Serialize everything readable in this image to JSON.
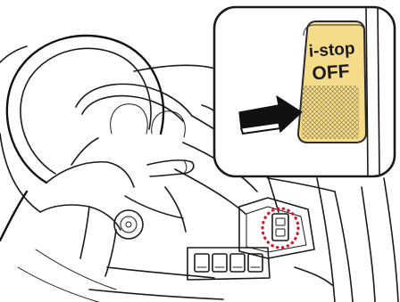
{
  "switch": {
    "line1": "i-stop",
    "line2": "OFF"
  },
  "colors": {
    "switch_face": "#f5dc8a",
    "switch_edge": "#2a2a2a",
    "indicator_circle": "#d7182a",
    "line": "#1a1a1a",
    "arrow": "#111111"
  },
  "icons": {
    "press_arrow": "arrow-right-icon",
    "location_marker": "dotted-circle-marker"
  }
}
